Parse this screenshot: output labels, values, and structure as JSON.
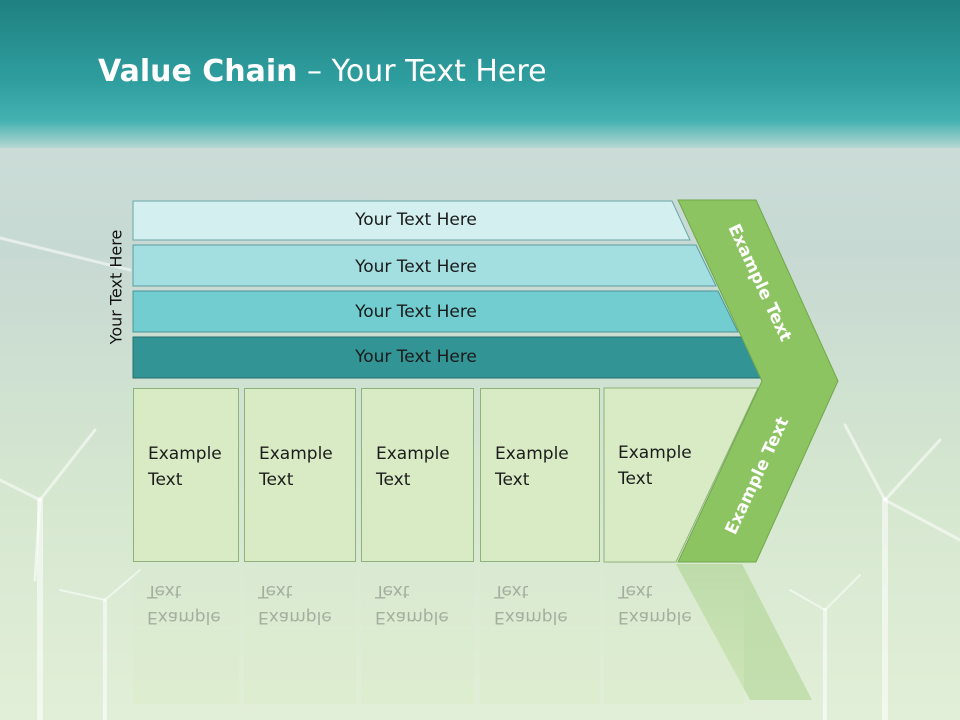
{
  "slide": {
    "title_bold": "Value Chain",
    "title_rest": " – Your Text Here",
    "side_label": "Your Text Here",
    "bands": [
      {
        "text": "Your Text Here",
        "color": "#d3eff0"
      },
      {
        "text": "Your Text Here",
        "color": "#a3dfe0"
      },
      {
        "text": "Your Text Here",
        "color": "#71cdcf"
      },
      {
        "text": "Your Text Here",
        "color": "#339496"
      }
    ],
    "boxes": [
      {
        "line1": "Example",
        "line2": "Text"
      },
      {
        "line1": "Example",
        "line2": "Text"
      },
      {
        "line1": "Example",
        "line2": "Text"
      },
      {
        "line1": "Example",
        "line2": "Text"
      },
      {
        "line1": "Example",
        "line2": "Text"
      }
    ],
    "chevron_top": "Example Text",
    "chevron_bottom": "Example Text",
    "colors": {
      "header": "#2f9e9f",
      "chevron": "#8dc462",
      "box_fill": "#d8ebc4"
    }
  }
}
